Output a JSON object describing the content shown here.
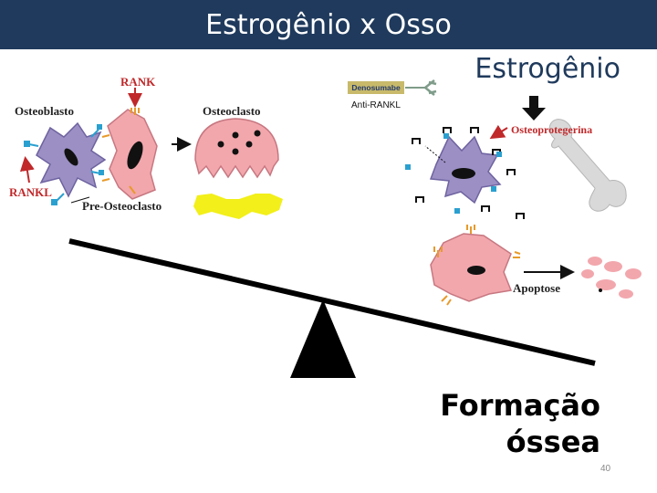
{
  "slide": {
    "title": "Estrogênio x Osso",
    "estrogen_label": "Estrogênio",
    "formation_line1": "Formação",
    "formation_line2": "óssea",
    "page_number": "40"
  },
  "left_panel": {
    "rank_label": "RANK",
    "osteoblast_label": "Osteoblasto",
    "osteoclast_label": "Osteoclasto",
    "rankl_label": "RANKL",
    "pre_osteoclast_label": "Pre-Osteoclasto"
  },
  "right_panel": {
    "denosumab_label": "Denosumabe",
    "anti_rankl_label": "Anti-RANKL",
    "osteoprotegerin_label": "Osteoprotegerina",
    "apoptosis_label": "Apoptose"
  },
  "colors": {
    "title_bar": "#1f3a5c",
    "osteoblast": "#9b8fc4",
    "osteoclast": "#f2a7ad",
    "bone_left": "#f2ef1a",
    "bone_right": "#d9d9d9",
    "rank_receptor": "#e89a2a",
    "rankl_marker": "#2aa0d0",
    "arrow_red": "#c0282a"
  },
  "icons": [
    "down-arrow-icon",
    "seesaw-icon",
    "fulcrum-icon",
    "bone-icon"
  ]
}
